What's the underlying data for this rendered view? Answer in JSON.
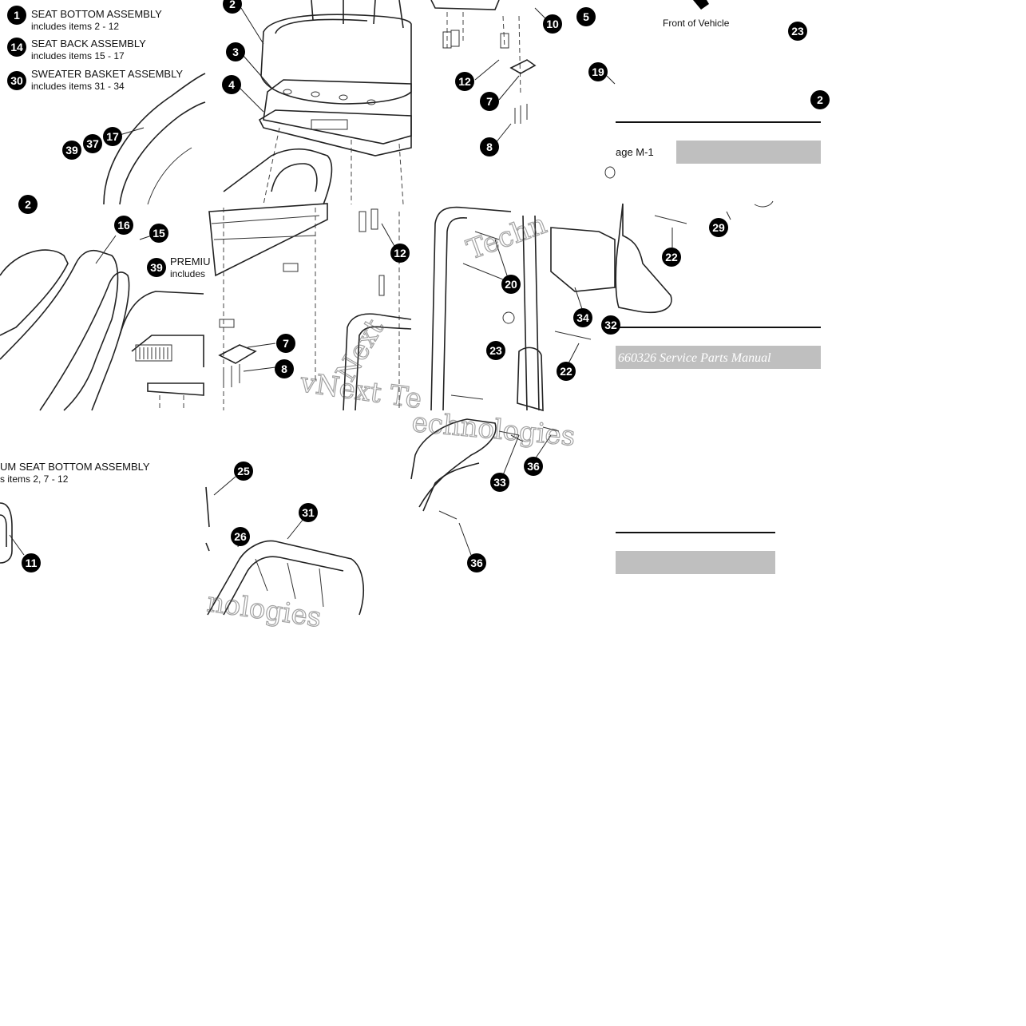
{
  "legend": [
    {
      "num": "1",
      "title": "SEAT BOTTOM ASSEMBLY",
      "sub": "includes items 2 - 12"
    },
    {
      "num": "14",
      "title": "SEAT BACK ASSEMBLY",
      "sub": "includes items 15 - 17"
    },
    {
      "num": "30",
      "title": "SWEATER BASKET ASSEMBLY",
      "sub": "includes items 31 - 34"
    }
  ],
  "premium_legend": {
    "num": "39",
    "title_fragment": "PREMIU",
    "sub_fragment": "includes",
    "title_tail": "UM SEAT BOTTOM ASSEMBLY",
    "sub_tail": "s items 2, 7 - 12"
  },
  "front_label": "Front of Vehicle",
  "page_ref": "age  M-1",
  "manual_title": "660326 Service Parts Manual",
  "watermark_fragments": [
    "vNext Te",
    "Techn",
    "Next",
    "echnologies",
    "nologies"
  ],
  "callouts": [
    "2",
    "3",
    "4",
    "10",
    "5",
    "12",
    "7",
    "8",
    "19",
    "23",
    "39",
    "37",
    "17",
    "16",
    "15",
    "12",
    "7",
    "8",
    "20",
    "34",
    "23",
    "22",
    "29",
    "22",
    "25",
    "26",
    "31",
    "33",
    "36",
    "36",
    "11",
    "32",
    "2",
    "2"
  ]
}
